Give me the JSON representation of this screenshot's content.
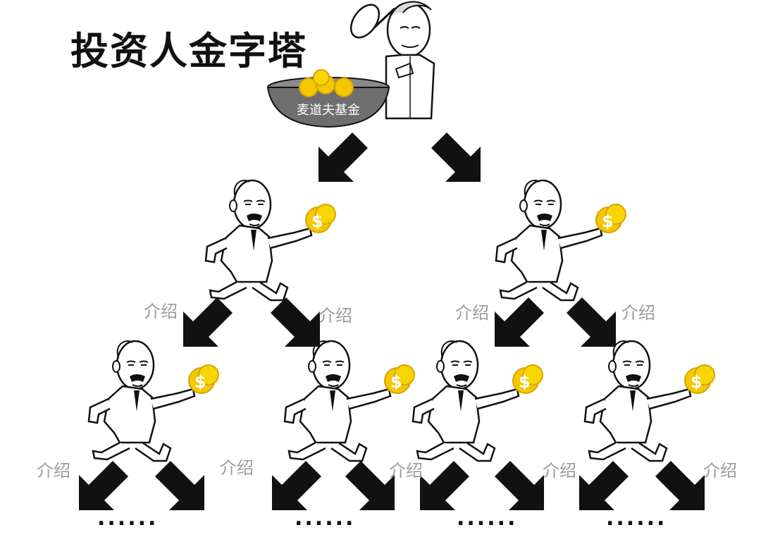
{
  "title": "投资人金字塔",
  "fund_label": "麦道夫基金",
  "coin_symbol": "$",
  "referral_label": "介绍",
  "continuation": "......",
  "colors": {
    "coin": "#f4c800",
    "arrow": "#111111",
    "label": "#9a9a9a",
    "bowl": "#6e6e6e"
  }
}
